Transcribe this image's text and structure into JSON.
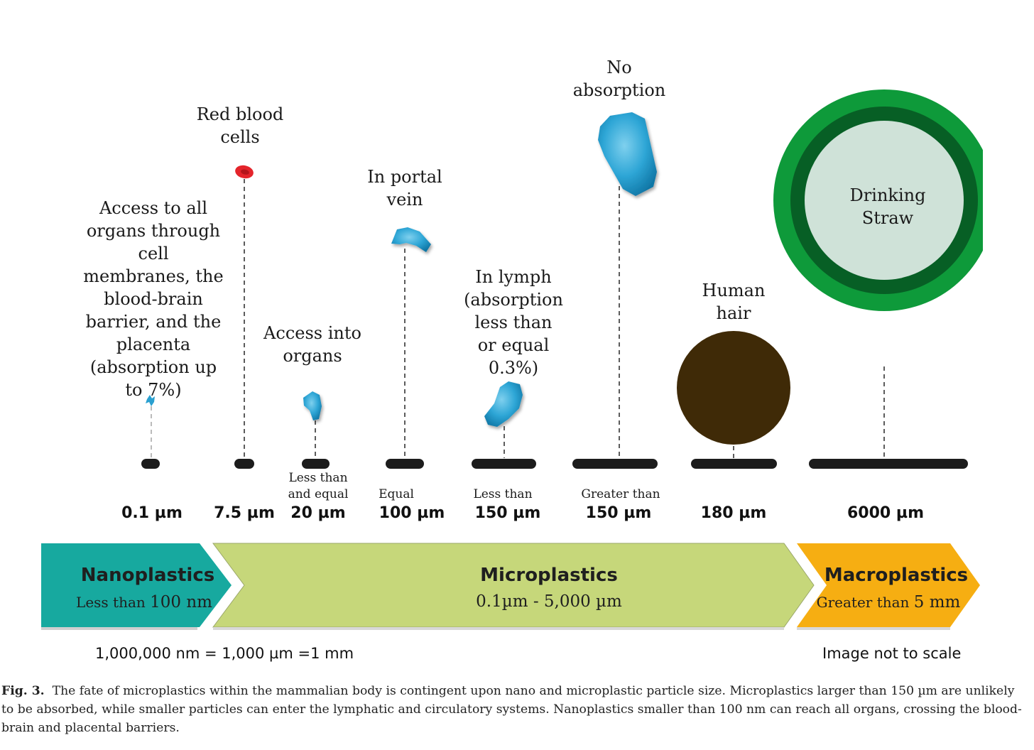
{
  "colors": {
    "nano": "#17a99f",
    "micro": "#c6d77a",
    "macro": "#f6ae12",
    "particle": "#2a9fd0",
    "red_blood_cell": "#e4242b",
    "hair": "#3f2a07",
    "straw_outer": "#0e9a3a",
    "straw_inner_ring": "#075f25",
    "straw_fill": "#cfe2d8",
    "bar": "#1c1c1c"
  },
  "items": [
    {
      "description": "Access to all organs through cell membranes, the blood-brain barrier, and the placenta (absorption up to 7%)",
      "qualifier": "",
      "size": "0.1 µm",
      "icon": "nanoparticle-icon"
    },
    {
      "description": "Red blood cells",
      "qualifier": "",
      "size": "7.5 µm",
      "icon": "red-blood-cell-icon"
    },
    {
      "description": "Access into organs",
      "qualifier": "Less than and equal",
      "size": "20 µm",
      "icon": "microparticle-icon"
    },
    {
      "description": "In portal vein",
      "qualifier": "Equal",
      "size": "100 µm",
      "icon": "microparticle-icon"
    },
    {
      "description": "In lymph (absorption less than or equal 0.3%)",
      "qualifier": "Less than",
      "size": "150 µm",
      "icon": "microparticle-icon"
    },
    {
      "description": "No absorption",
      "qualifier": "Greater than",
      "size": "150 µm",
      "icon": "microparticle-icon"
    },
    {
      "description": "Human hair",
      "qualifier": "",
      "size": "180 µm",
      "icon": "human-hair-icon"
    },
    {
      "description": "Drinking Straw",
      "qualifier": "",
      "size": "6000 µm",
      "icon": "drinking-straw-icon"
    }
  ],
  "categories": [
    {
      "title": "Nanoplastics",
      "sub_prefix": "Less than",
      "sub_value": "100 nm"
    },
    {
      "title": "Microplastics",
      "sub_prefix": "",
      "sub_value": "0.1µm - 5,000 µm"
    },
    {
      "title": "Macroplastics",
      "sub_prefix": "Greater than",
      "sub_value": "5 mm"
    }
  ],
  "conversion_note": "1,000,000 nm = 1,000 µm =1 mm",
  "scale_note": "Image not to scale",
  "caption": {
    "label": "Fig. 3.",
    "text": "The fate of microplastics within the mammalian body is contingent upon nano and microplastic particle size. Microplastics larger than 150 µm are unlikely to be absorbed, while smaller particles can enter the lymphatic and circulatory systems. Nanoplastics smaller than 100 nm can reach all organs, crossing the blood-brain and placental barriers."
  }
}
